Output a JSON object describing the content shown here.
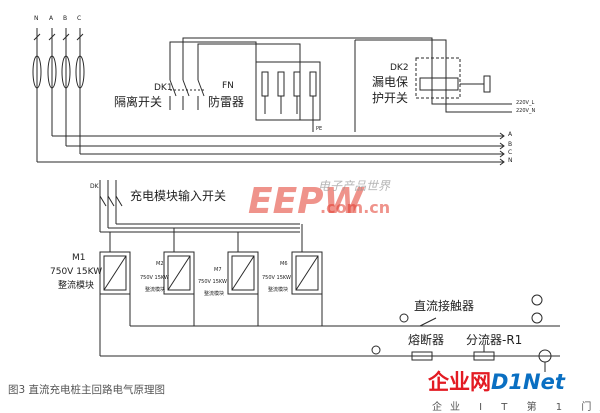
{
  "bus_labels_top": [
    "N",
    "A",
    "B",
    "C"
  ],
  "bus_labels_right": [
    "A",
    "B",
    "C",
    "N"
  ],
  "labels": {
    "dk1": "DK1",
    "isolation_switch": "隔离开关",
    "fn": "FN",
    "surge_arrester": "防雷器",
    "pe": "PE",
    "dk2": "DK2",
    "leakage_line1": "漏电保",
    "leakage_line2": "护开关",
    "out_220v_l": "220V_L",
    "out_220v_n": "220V_N",
    "dk": "DK",
    "module_input_switch": "充电模块输入开关",
    "m1": "M1",
    "m1_rating": "750V 15KW",
    "m1_type": "整流模块",
    "m2": "M2",
    "m2_rating": "750V 15KW",
    "m2_type": "整流模块",
    "m7": "M7",
    "m7_rating": "750V 15KW",
    "m7_type": "整流模块",
    "m6": "M6",
    "m6_rating": "750V 15KW",
    "m6_type": "整流模块",
    "dc_contactor": "直流接触器",
    "fuse": "熔断器",
    "shunt": "分流器-R1",
    "caption": "图3   直流充电桩主回路电气原理图"
  },
  "watermarks": {
    "eepw": "EEPW",
    "eepw_cn": "电子产品世界",
    "eepw_url": ".com.cn",
    "logo_zh": "企业网",
    "logo_en": "D1Net",
    "logo_sub": "企业 I T 第 1 门户"
  },
  "colors": {
    "line": "#2a2a2a",
    "watermark_red": "#e23b2e",
    "logo_red": "#e31b23",
    "logo_blue": "#0a6fc2"
  }
}
